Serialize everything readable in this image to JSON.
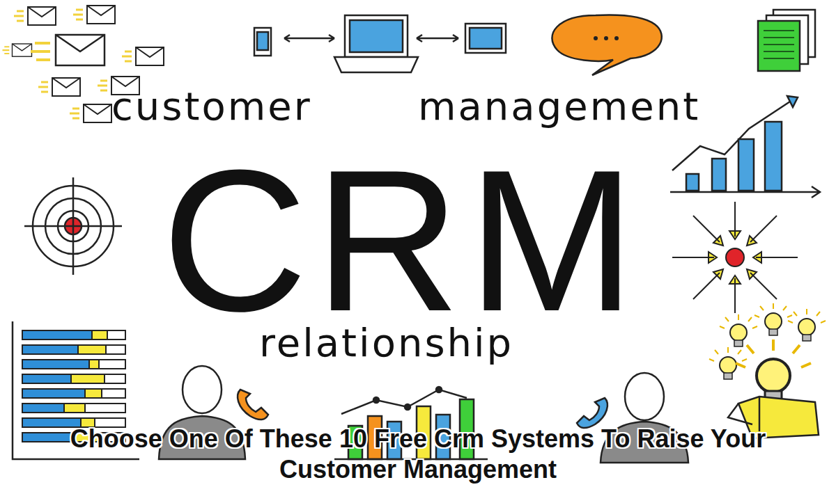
{
  "diagram": {
    "caption": "Choose One Of These 10 Free Crm Systems To Raise Your Customer Management",
    "labels": [
      "customer",
      "management",
      "CRM",
      "relationship"
    ]
  }
}
